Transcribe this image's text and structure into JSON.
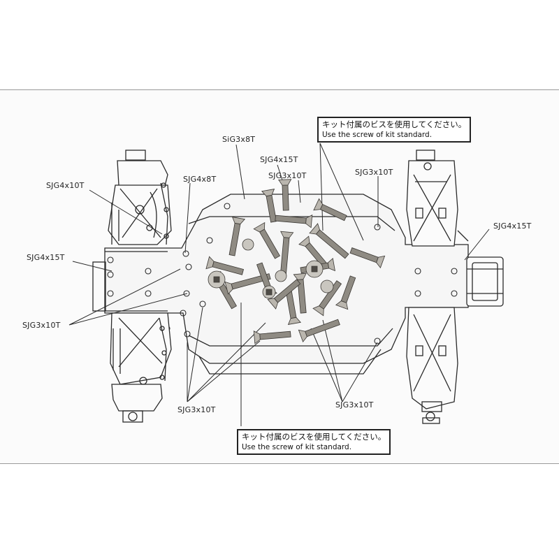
{
  "notes": {
    "top": {
      "jp": "キット付属のビスを使用してください。",
      "en": "Use the screw of kit standard."
    },
    "bottom": {
      "jp": "キット付属のビスを使用してください。",
      "en": "Use the screw of kit standard."
    }
  },
  "labels": {
    "sjg4x10t_left": "SJG4x10T",
    "sjg4x15t_left": "SJG4x15T",
    "sjg3x10t_left": "SJG3x10T",
    "sjg4x8t": "SJG4x8T",
    "sig3x8t": "SiG3x8T",
    "sjg4x15t_top": "SJG4x15T",
    "sjg3x10t_top": "SJG3x10T",
    "sjg3x10t_right_top": "SJG3x10T",
    "sjg4x15t_right": "SJG4x15T",
    "sjg3x10t_bottom_left": "SJG3x10T",
    "sjg3x10t_bottom_right": "SJG3x10T"
  },
  "colors": {
    "line": "#2a2a2a",
    "screw_light": "#c9c6bf",
    "screw_mid": "#8f8b83",
    "screw_dark": "#4e4b46"
  },
  "icons": {
    "screws": "screw-pile-icon",
    "chassis": "buggy-chassis-icon"
  }
}
